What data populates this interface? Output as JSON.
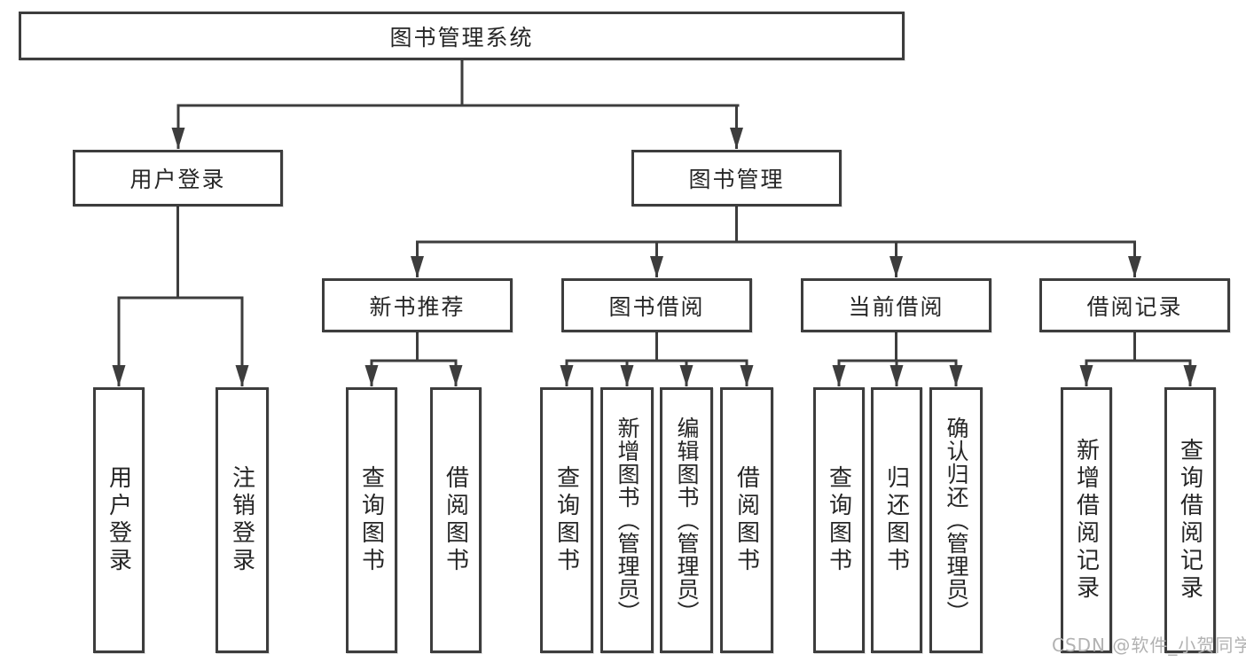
{
  "diagram": {
    "root": "图书管理系统",
    "level2": [
      "用户登录",
      "图书管理"
    ],
    "level3": [
      "新书推荐",
      "图书借阅",
      "当前借阅",
      "借阅记录"
    ],
    "leaves_user_login": [
      "用户登录",
      "注销登录"
    ],
    "leaves_new_book": [
      "查询图书",
      "借阅图书"
    ],
    "leaves_book_borrow": [
      "查询图书",
      "新增图书（管理员）",
      "编辑图书（管理员）",
      "借阅图书"
    ],
    "leaves_current_borrow": [
      "查询图书",
      "归还图书",
      "确认归还（管理员）"
    ],
    "leaves_borrow_records": [
      "新增借阅记录",
      "查询借阅记录"
    ]
  },
  "watermark": "CSDN @软件_小贺同学",
  "colors": {
    "line": "#3d3d3d",
    "box_border": "#3d3d3d",
    "text": "#262626",
    "watermark": "#b2b2b2",
    "background": "#ffffff"
  }
}
